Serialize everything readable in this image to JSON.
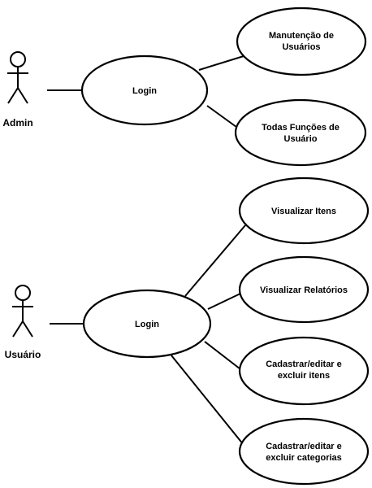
{
  "diagram_one": {
    "actor": {
      "label": "Admin",
      "icon": "stick-figure-icon"
    },
    "login": {
      "label": "Login"
    },
    "use_cases": {
      "manutencao": {
        "line1": "Manutenção de",
        "line2": "Usuários"
      },
      "todas_funcoes": {
        "line1": "Todas Funções de",
        "line2": "Usuário"
      }
    }
  },
  "diagram_two": {
    "actor": {
      "label": "Usuário",
      "icon": "stick-figure-icon"
    },
    "login": {
      "label": "Login"
    },
    "use_cases": {
      "visualizar_itens": {
        "line1": "Visualizar Itens"
      },
      "visualizar_relatorios": {
        "line1": "Visualizar Relatórios"
      },
      "cadastrar_itens": {
        "line1": "Cadastrar/editar e",
        "line2": "excluir itens"
      },
      "cadastrar_categorias": {
        "line1": "Cadastrar/editar e",
        "line2": "excluir categorias"
      }
    }
  }
}
